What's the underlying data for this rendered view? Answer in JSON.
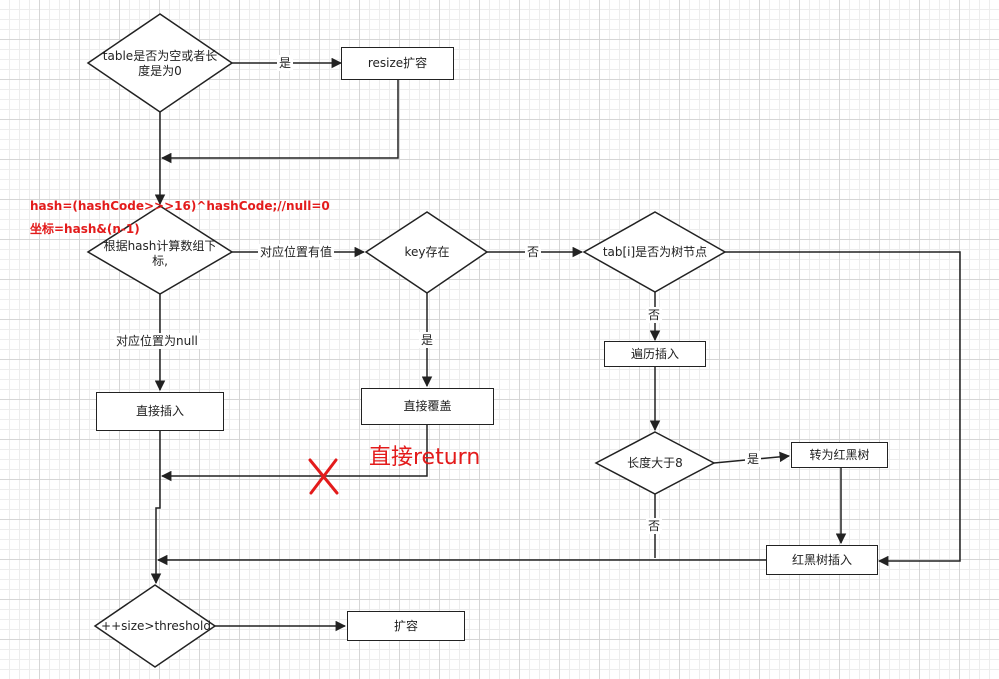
{
  "nodes": {
    "check_table": "table是否为空或者长度是为0",
    "resize": "resize扩容",
    "hash_index": "根据hash计算数组下标,",
    "key_exists": "key存在",
    "is_tree_node": "tab[i]是否为树节点",
    "direct_insert": "直接插入",
    "direct_override": "直接覆盖",
    "traverse_insert": "遍历插入",
    "length_gt_8": "长度大于8",
    "to_rbtree": "转为红黑树",
    "rbtree_insert": "红黑树插入",
    "size_threshold": "++size>threshold",
    "expand": "扩容"
  },
  "edge_labels": {
    "yes_resize": "是",
    "has_value": "对应位置有值",
    "no_tree": "否",
    "yes_override": "是",
    "is_null": "对应位置为null",
    "no_traverse": "否",
    "yes_tree": "是",
    "no_length": "否"
  },
  "annotations": {
    "hash_formula": "hash=(hashCode>>>16)^hashCode;//null=0",
    "index_formula": "坐标=hash&(n-1)",
    "direct_return": "直接return"
  },
  "colors": {
    "line": "#222222",
    "accent_red": "#e31b1b",
    "grid": "#d6d6d6"
  }
}
